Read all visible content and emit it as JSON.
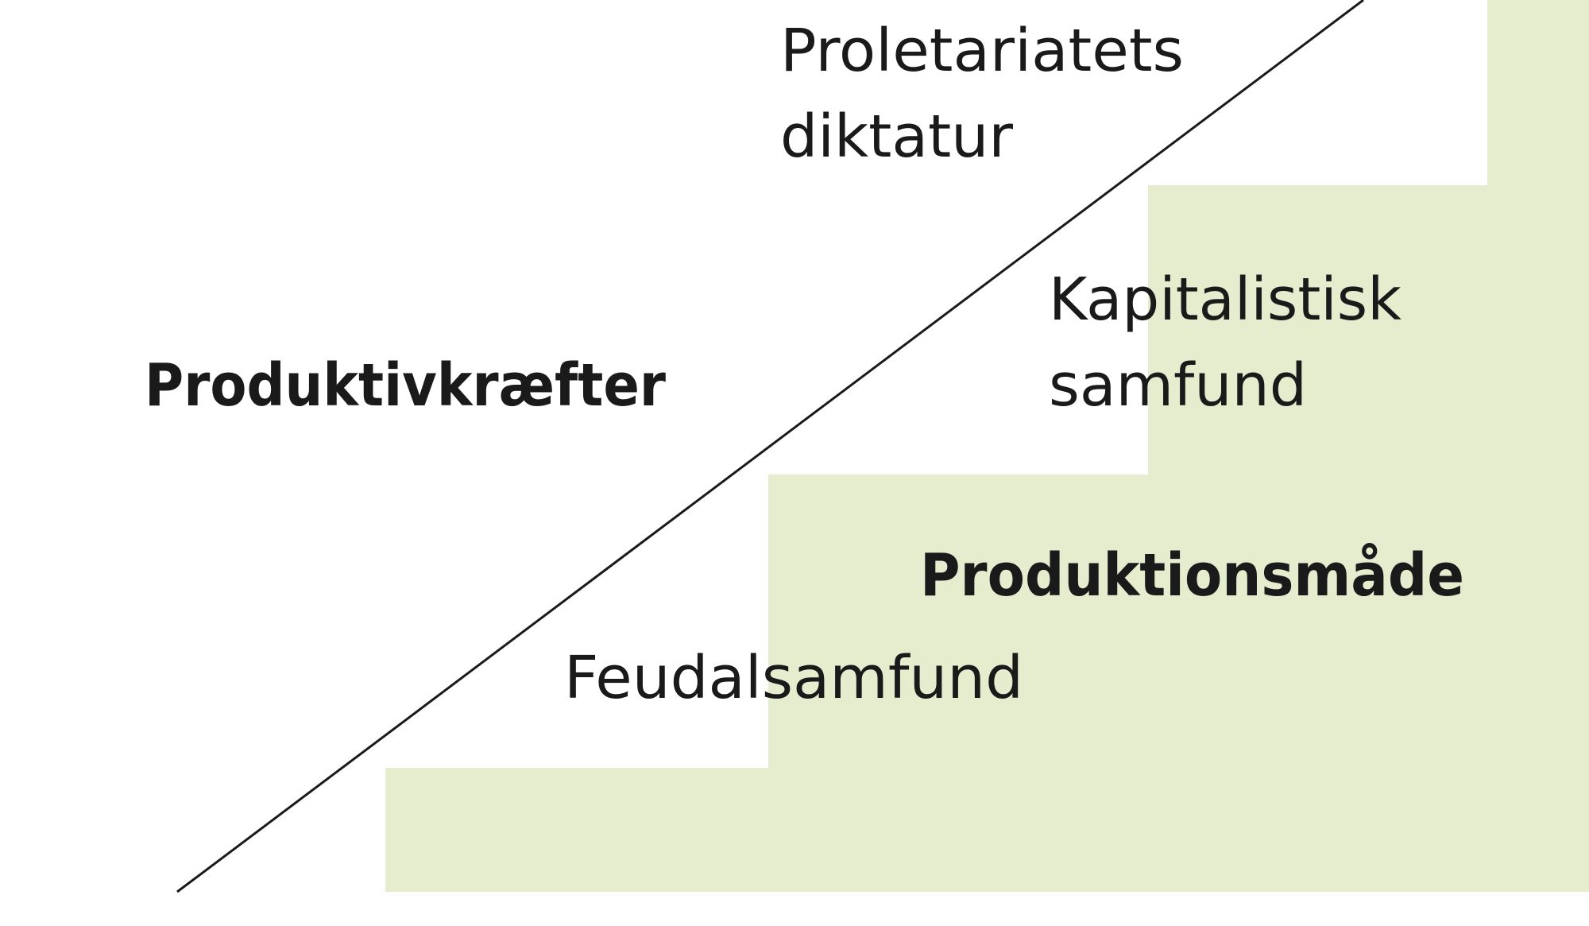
{
  "colors": {
    "stairs": "#e6edcf",
    "line": "#1a1a1a",
    "text": "#1a1a1a"
  },
  "labels": {
    "proletariat_line1": "Proletariatets",
    "proletariat_line2": "diktatur",
    "capitalist_line1": "Kapitalistisk",
    "capitalist_line2": "samfund",
    "feudal": "Feudalsamfund",
    "productive_forces": "Produktivkræfter",
    "mode_of_production": "Produktionsmåde"
  }
}
